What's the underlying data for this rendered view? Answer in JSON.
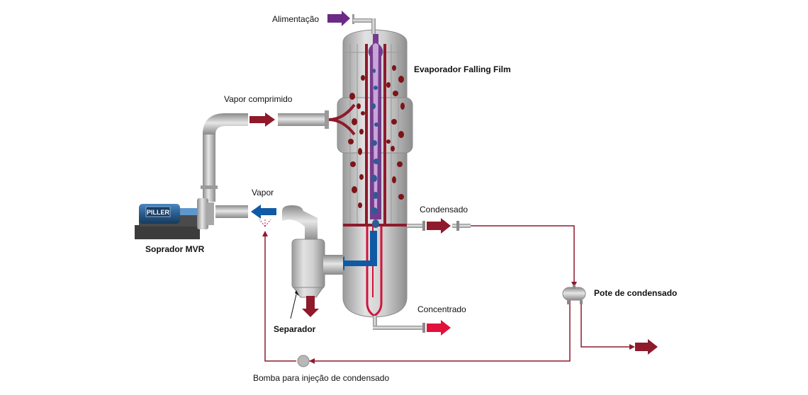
{
  "labels": {
    "feed": "Alimentação",
    "evaporator": "Evaporador Falling Film",
    "compressed_vapor": "Vapor comprimido",
    "vapor": "Vapor",
    "condensate": "Condensado",
    "mvr_blower": "Soprador MVR",
    "condensate_pot": "Pote de condensado",
    "concentrate": "Concentrado",
    "separator": "Separador",
    "condensate_pump": "Bomba para injeção de condensado",
    "brand": "PILLER"
  },
  "colors": {
    "vessel": "#c6c6c6",
    "pipe": "#b4b4b4",
    "feed_arrow": "#6b2a86",
    "vapor_arrow": "#0f5aa4",
    "condensate_arrow": "#8e1a2b",
    "concentrate_arrow": "#e0123c",
    "liquid_film": "#8e1a2b",
    "drops_red": "#7c1418",
    "drops_blue": "#2f5a96",
    "motor": "#2a5c8c"
  }
}
